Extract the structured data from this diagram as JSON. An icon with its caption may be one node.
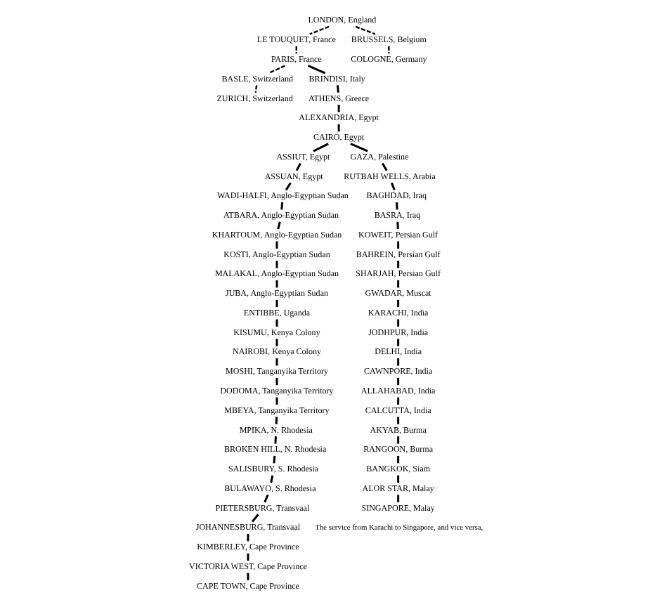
{
  "diagram": {
    "nodes": [
      {
        "text": [
          "LONDON, England"
        ]
      },
      {
        "text": [
          "LE TOUQUET, France"
        ]
      },
      {
        "text": [
          "BRUSSELS, Belgium"
        ]
      },
      {
        "text": [
          "COLOGNE, Germany"
        ]
      },
      {
        "text": [
          "PARIS, France"
        ]
      },
      {
        "text": [
          "BASLE, Switzerland"
        ]
      },
      {
        "text": [
          "ZURICH, Switzerland"
        ]
      },
      {
        "text": [
          "BRINDISI, Italy"
        ]
      },
      {
        "text": [
          "ATHENS, Greece"
        ]
      },
      {
        "text": [
          "ALEXANDRIA, Egypt"
        ]
      },
      {
        "text": [
          "CAIRO, Egypt"
        ]
      },
      {
        "text": [
          "ASSIUT, Egypt"
        ]
      },
      {
        "text": [
          "ASSUAN, Egypt"
        ]
      },
      {
        "text": [
          "WADI-HALFI, Anglo-Egyptian Sudan"
        ]
      },
      {
        "text": [
          "ATBARA, Anglo-Egyptian Sudan"
        ]
      },
      {
        "text": [
          "KHARTOUM, Anglo-Egyptian Sudan"
        ]
      },
      {
        "text": [
          "KOSTI, Anglo-Egyptian Sudan"
        ]
      },
      {
        "text": [
          "MALAKAL, Anglo-Egyptian Sudan"
        ]
      },
      {
        "text": [
          "JUBA, Anglo-Egyptian Sudan"
        ]
      },
      {
        "text": [
          "ENTIBBE, Uganda"
        ]
      },
      {
        "text": [
          "KISUMU, Kenya Colony"
        ]
      },
      {
        "text": [
          "NAIROBI, Kenya Colony"
        ]
      },
      {
        "text": [
          "MOSHI, Tanganyika Territory"
        ]
      },
      {
        "text": [
          "DODOMA, Tanganyika Territory"
        ]
      },
      {
        "text": [
          "MBEYA, Tanganyika Territory"
        ]
      },
      {
        "text": [
          "MPIKA, N. Rhodesia"
        ]
      },
      {
        "text": [
          "BROKEN HILL, N. Rhodesia"
        ]
      },
      {
        "text": [
          "SALISBURY, S. Rhodesia"
        ]
      },
      {
        "text": [
          "BULAWAYO, S. Rhodesia"
        ]
      },
      {
        "text": [
          "PIETERSBURG, Transvaal"
        ]
      },
      {
        "text": [
          "JOHANNESBURG, Transvaal"
        ]
      },
      {
        "text": [
          "KIMBERLEY, Cape Province"
        ]
      },
      {
        "text": [
          "VICTORIA WEST, Cape Province"
        ]
      },
      {
        "text": [
          "CAPE TOWN, Cape Province"
        ]
      },
      {
        "text": [
          "GAZA, Palestine"
        ]
      },
      {
        "text": [
          "RUTBAH WELLS, Arabia"
        ]
      },
      {
        "text": [
          "BAGHDAD, Iraq"
        ]
      },
      {
        "text": [
          "BASRA, Iraq"
        ]
      },
      {
        "text": [
          "KOWEIT, Persian Gulf"
        ]
      },
      {
        "text": [
          "BAHREIN, Persian Gulf"
        ]
      },
      {
        "text": [
          "SHARJAH, Persian Gulf"
        ]
      },
      {
        "text": [
          "GWADAR, Muscat"
        ]
      },
      {
        "text": [
          "KARACHI, India"
        ]
      },
      {
        "text": [
          "JODHPUR, India"
        ]
      },
      {
        "text": [
          "DELHI, India"
        ]
      },
      {
        "text": [
          "CAWNPORE, India"
        ]
      },
      {
        "text": [
          "ALLAHABAD, India"
        ]
      },
      {
        "text": [
          "CALCUTTA, India"
        ]
      },
      {
        "text": [
          "AKYAB, Burma"
        ]
      },
      {
        "text": [
          "RANGOON, Burma"
        ]
      },
      {
        "text": [
          "BANGKOK, Siam"
        ]
      },
      {
        "text": [
          "ALOR STAR, Malay"
        ]
      },
      {
        "text": [
          "SINGAPORE, Malay"
        ]
      }
    ],
    "edges": [
      {
        "from": 0,
        "to": 2,
        "arrow": "none",
        "style": "dashed"
      },
      {
        "from": 2,
        "to": 3,
        "arrow": "none",
        "style": "dashed"
      },
      {
        "from": 0,
        "to": 1,
        "arrow": "none",
        "style": "dashed"
      },
      {
        "from": 1,
        "to": 4,
        "arrow": "none",
        "style": "dashed"
      },
      {
        "from": 4,
        "to": 5,
        "arrow": "none",
        "style": "dashed"
      },
      {
        "from": 5,
        "to": 6,
        "arrow": "none",
        "style": "dashed"
      },
      {
        "from": 4,
        "to": 7,
        "arrow": "none"
      },
      {
        "from": 7,
        "to": 8,
        "arrow": "none"
      },
      {
        "from": 8,
        "to": 9,
        "arrow": "none"
      },
      {
        "from": 9,
        "to": 10,
        "arrow": "none"
      },
      {
        "from": 10,
        "to": 11,
        "arrow": "none"
      },
      {
        "from": 11,
        "to": 12,
        "arrow": "none"
      },
      {
        "from": 12,
        "to": 13,
        "arrow": "none"
      },
      {
        "from": 13,
        "to": 14,
        "arrow": "none"
      },
      {
        "from": 14,
        "to": 15,
        "arrow": "none"
      },
      {
        "from": 15,
        "to": 16,
        "arrow": "none"
      },
      {
        "from": 16,
        "to": 17,
        "arrow": "none"
      },
      {
        "from": 17,
        "to": 18,
        "arrow": "none"
      },
      {
        "from": 18,
        "to": 19,
        "arrow": "none"
      },
      {
        "from": 19,
        "to": 20,
        "arrow": "none"
      },
      {
        "from": 20,
        "to": 21,
        "arrow": "none"
      },
      {
        "from": 21,
        "to": 22,
        "arrow": "none"
      },
      {
        "from": 22,
        "to": 23,
        "arrow": "none"
      },
      {
        "from": 23,
        "to": 24,
        "arrow": "none"
      },
      {
        "from": 24,
        "to": 25,
        "arrow": "none"
      },
      {
        "from": 25,
        "to": 26,
        "arrow": "none"
      },
      {
        "from": 26,
        "to": 27,
        "arrow": "none"
      },
      {
        "from": 27,
        "to": 28,
        "arrow": "none"
      },
      {
        "from": 28,
        "to": 29,
        "arrow": "none"
      },
      {
        "from": 29,
        "to": 30,
        "arrow": "none"
      },
      {
        "from": 30,
        "to": 31,
        "arrow": "none"
      },
      {
        "from": 31,
        "to": 32,
        "arrow": "none"
      },
      {
        "from": 32,
        "to": 33,
        "arrow": "none"
      },
      {
        "from": 10,
        "to": 34,
        "arrow": "none"
      },
      {
        "from": 34,
        "to": 35,
        "arrow": "none"
      },
      {
        "from": 35,
        "to": 36,
        "arrow": "none"
      },
      {
        "from": 36,
        "to": 37,
        "arrow": "none"
      },
      {
        "from": 37,
        "to": 38,
        "arrow": "none"
      },
      {
        "from": 38,
        "to": 39,
        "arrow": "none"
      },
      {
        "from": 39,
        "to": 40,
        "arrow": "none"
      },
      {
        "from": 40,
        "to": 41,
        "arrow": "none"
      },
      {
        "from": 41,
        "to": 42,
        "arrow": "none"
      },
      {
        "from": 42,
        "to": 43,
        "arrow": "none"
      },
      {
        "from": 43,
        "to": 44,
        "arrow": "none"
      },
      {
        "from": 44,
        "to": 45,
        "arrow": "none"
      },
      {
        "from": 45,
        "to": 46,
        "arrow": "none"
      },
      {
        "from": 46,
        "to": 47,
        "arrow": "none"
      },
      {
        "from": 47,
        "to": 48,
        "arrow": "none"
      },
      {
        "from": 48,
        "to": 49,
        "arrow": "none"
      },
      {
        "from": 49,
        "to": 50,
        "arrow": "none"
      },
      {
        "from": 50,
        "to": 51,
        "arrow": "none"
      },
      {
        "from": 51,
        "to": 52,
        "arrow": "none"
      }
    ],
    "labels": [
      "The service from Karachi to Singapore, and vice versa,"
    ]
  }
}
